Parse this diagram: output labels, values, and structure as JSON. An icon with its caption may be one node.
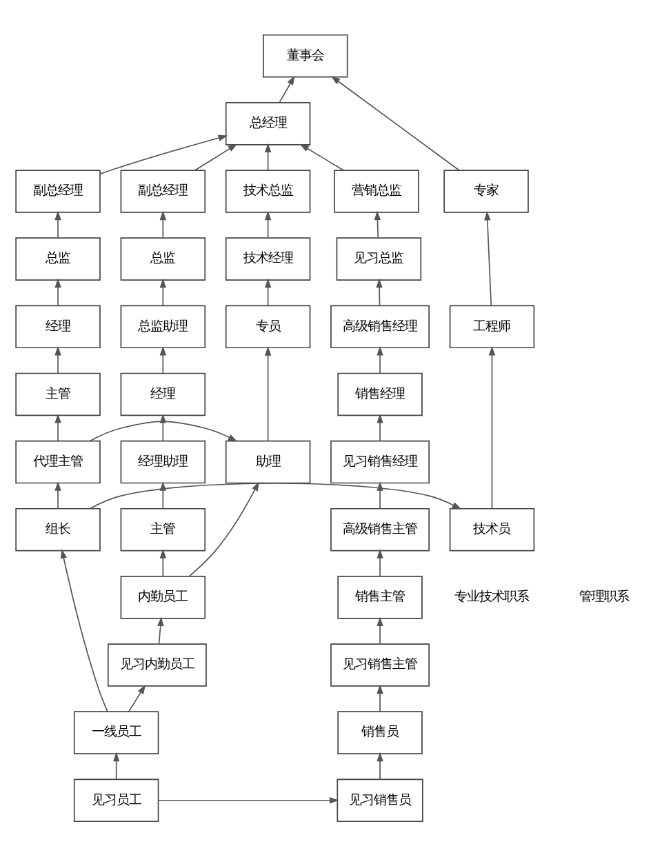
{
  "diagram": {
    "nodes": [
      {
        "text": [
          "董事会"
        ]
      },
      {
        "text": [
          "总经理"
        ]
      },
      {
        "text": [
          "专家"
        ]
      },
      {
        "text": [
          "技术总监"
        ]
      },
      {
        "text": [
          "副总经理"
        ]
      },
      {
        "text": [
          "副总经理"
        ]
      },
      {
        "text": [
          "营销总监"
        ]
      },
      {
        "text": [
          "技术经理"
        ]
      },
      {
        "text": [
          "总监"
        ]
      },
      {
        "text": [
          "总监"
        ]
      },
      {
        "text": [
          "见习总监"
        ]
      },
      {
        "text": [
          "工程师"
        ]
      },
      {
        "text": [
          "专员"
        ]
      },
      {
        "text": [
          "经理"
        ]
      },
      {
        "text": [
          "总监助理"
        ]
      },
      {
        "text": [
          "高级销售经理"
        ]
      },
      {
        "text": [
          "主管"
        ]
      },
      {
        "text": [
          "经理"
        ]
      },
      {
        "text": [
          "销售经理"
        ]
      },
      {
        "text": [
          "助理"
        ]
      },
      {
        "text": [
          "代理主管"
        ]
      },
      {
        "text": [
          "经理助理"
        ]
      },
      {
        "text": [
          "见习销售经理"
        ]
      },
      {
        "text": [
          "技术员"
        ]
      },
      {
        "text": [
          "组长"
        ]
      },
      {
        "text": [
          "主管"
        ]
      },
      {
        "text": [
          "高级销售主管"
        ]
      },
      {
        "text": [
          "内勤员工"
        ]
      },
      {
        "text": [
          "销售主管"
        ]
      },
      {
        "text": [
          "见习内勤员工"
        ]
      },
      {
        "text": [
          "见习销售主管"
        ]
      },
      {
        "text": [
          "一线员工"
        ]
      },
      {
        "text": [
          "销售员"
        ]
      },
      {
        "text": [
          "见习员工"
        ]
      },
      {
        "text": [
          "见习销售员"
        ]
      }
    ],
    "edges": [
      {
        "from": 1,
        "to": 0,
        "arrow": "to"
      },
      {
        "from": 2,
        "to": 0,
        "arrow": "to"
      },
      {
        "from": 3,
        "to": 1,
        "arrow": "to"
      },
      {
        "from": 4,
        "to": 1,
        "arrow": "to"
      },
      {
        "from": 5,
        "to": 1,
        "arrow": "to"
      },
      {
        "from": 6,
        "to": 1,
        "arrow": "to"
      },
      {
        "from": 7,
        "to": 3,
        "arrow": "to"
      },
      {
        "from": 8,
        "to": 4,
        "arrow": "to"
      },
      {
        "from": 9,
        "to": 5,
        "arrow": "to"
      },
      {
        "from": 10,
        "to": 6,
        "arrow": "to"
      },
      {
        "from": 11,
        "to": 2,
        "arrow": "to"
      },
      {
        "from": 12,
        "to": 7,
        "arrow": "to"
      },
      {
        "from": 13,
        "to": 8,
        "arrow": "to"
      },
      {
        "from": 14,
        "to": 9,
        "arrow": "to"
      },
      {
        "from": 15,
        "to": 10,
        "arrow": "to"
      },
      {
        "from": 16,
        "to": 13,
        "arrow": "to"
      },
      {
        "from": 17,
        "to": 14,
        "arrow": "to"
      },
      {
        "from": 18,
        "to": 15,
        "arrow": "to"
      },
      {
        "from": 19,
        "to": 12,
        "arrow": "to"
      },
      {
        "from": 20,
        "to": 16,
        "arrow": "to"
      },
      {
        "from": 21,
        "to": 17,
        "arrow": "to"
      },
      {
        "from": 22,
        "to": 18,
        "arrow": "to"
      },
      {
        "from": 23,
        "to": 11,
        "arrow": "to"
      },
      {
        "from": 20,
        "to": 19,
        "arrow": "to"
      },
      {
        "from": 24,
        "to": 20,
        "arrow": "to"
      },
      {
        "from": 25,
        "to": 21,
        "arrow": "to"
      },
      {
        "from": 26,
        "to": 22,
        "arrow": "to"
      },
      {
        "from": 24,
        "to": 23,
        "arrow": "to"
      },
      {
        "from": 27,
        "to": 25,
        "arrow": "to"
      },
      {
        "from": 27,
        "to": 19,
        "arrow": "to"
      },
      {
        "from": 28,
        "to": 26,
        "arrow": "to"
      },
      {
        "from": 29,
        "to": 27,
        "arrow": "to"
      },
      {
        "from": 30,
        "to": 28,
        "arrow": "to"
      },
      {
        "from": 31,
        "to": 29,
        "arrow": "to"
      },
      {
        "from": 31,
        "to": 24,
        "arrow": "to"
      },
      {
        "from": 32,
        "to": 30,
        "arrow": "to"
      },
      {
        "from": 33,
        "to": 31,
        "arrow": "to"
      },
      {
        "from": 34,
        "to": 32,
        "arrow": "to"
      },
      {
        "from": 33,
        "to": 34,
        "arrow": "to"
      }
    ],
    "labels": [
      "专业技术职系",
      "管理职系"
    ]
  }
}
